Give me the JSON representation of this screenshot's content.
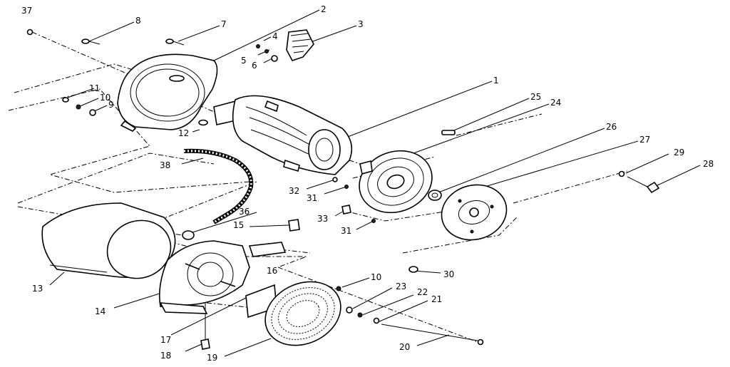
{
  "labels": {
    "l1": "1",
    "l2": "2",
    "l3": "3",
    "l4": "4",
    "l5": "5",
    "l6": "6",
    "l7": "7",
    "l8": "8",
    "l9": "9",
    "l10a": "10",
    "l10b": "10",
    "l11": "11",
    "l12": "12",
    "l13": "13",
    "l14": "14",
    "l15": "15",
    "l16": "16",
    "l17": "17",
    "l18": "18",
    "l19": "19",
    "l20": "20",
    "l21": "21",
    "l22": "22",
    "l23": "23",
    "l24": "24",
    "l25": "25",
    "l26": "26",
    "l27": "27",
    "l28": "28",
    "l29": "29",
    "l30": "30",
    "l31a": "31",
    "l31b": "31",
    "l32": "32",
    "l33": "33",
    "l36": "36",
    "l37": "37",
    "l38": "38"
  }
}
